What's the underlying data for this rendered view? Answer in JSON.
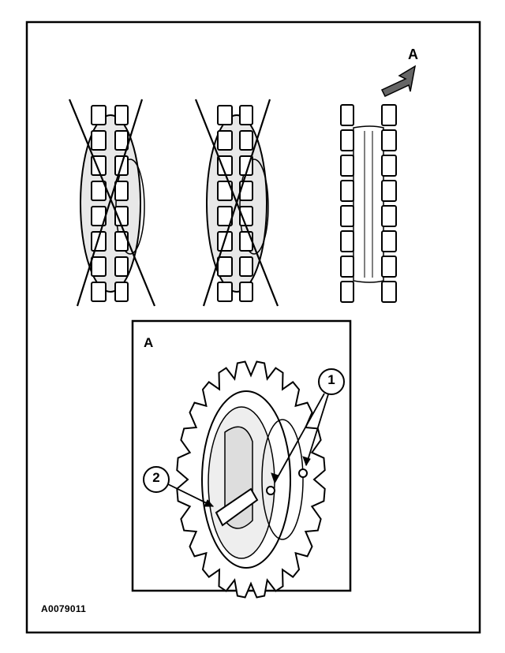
{
  "figure": {
    "view_label": "A",
    "detail_label": "A",
    "callout_1": "1",
    "callout_2": "2",
    "figure_code": "A0079011"
  },
  "style": {
    "line_color": "#000000",
    "background": "#ffffff"
  }
}
